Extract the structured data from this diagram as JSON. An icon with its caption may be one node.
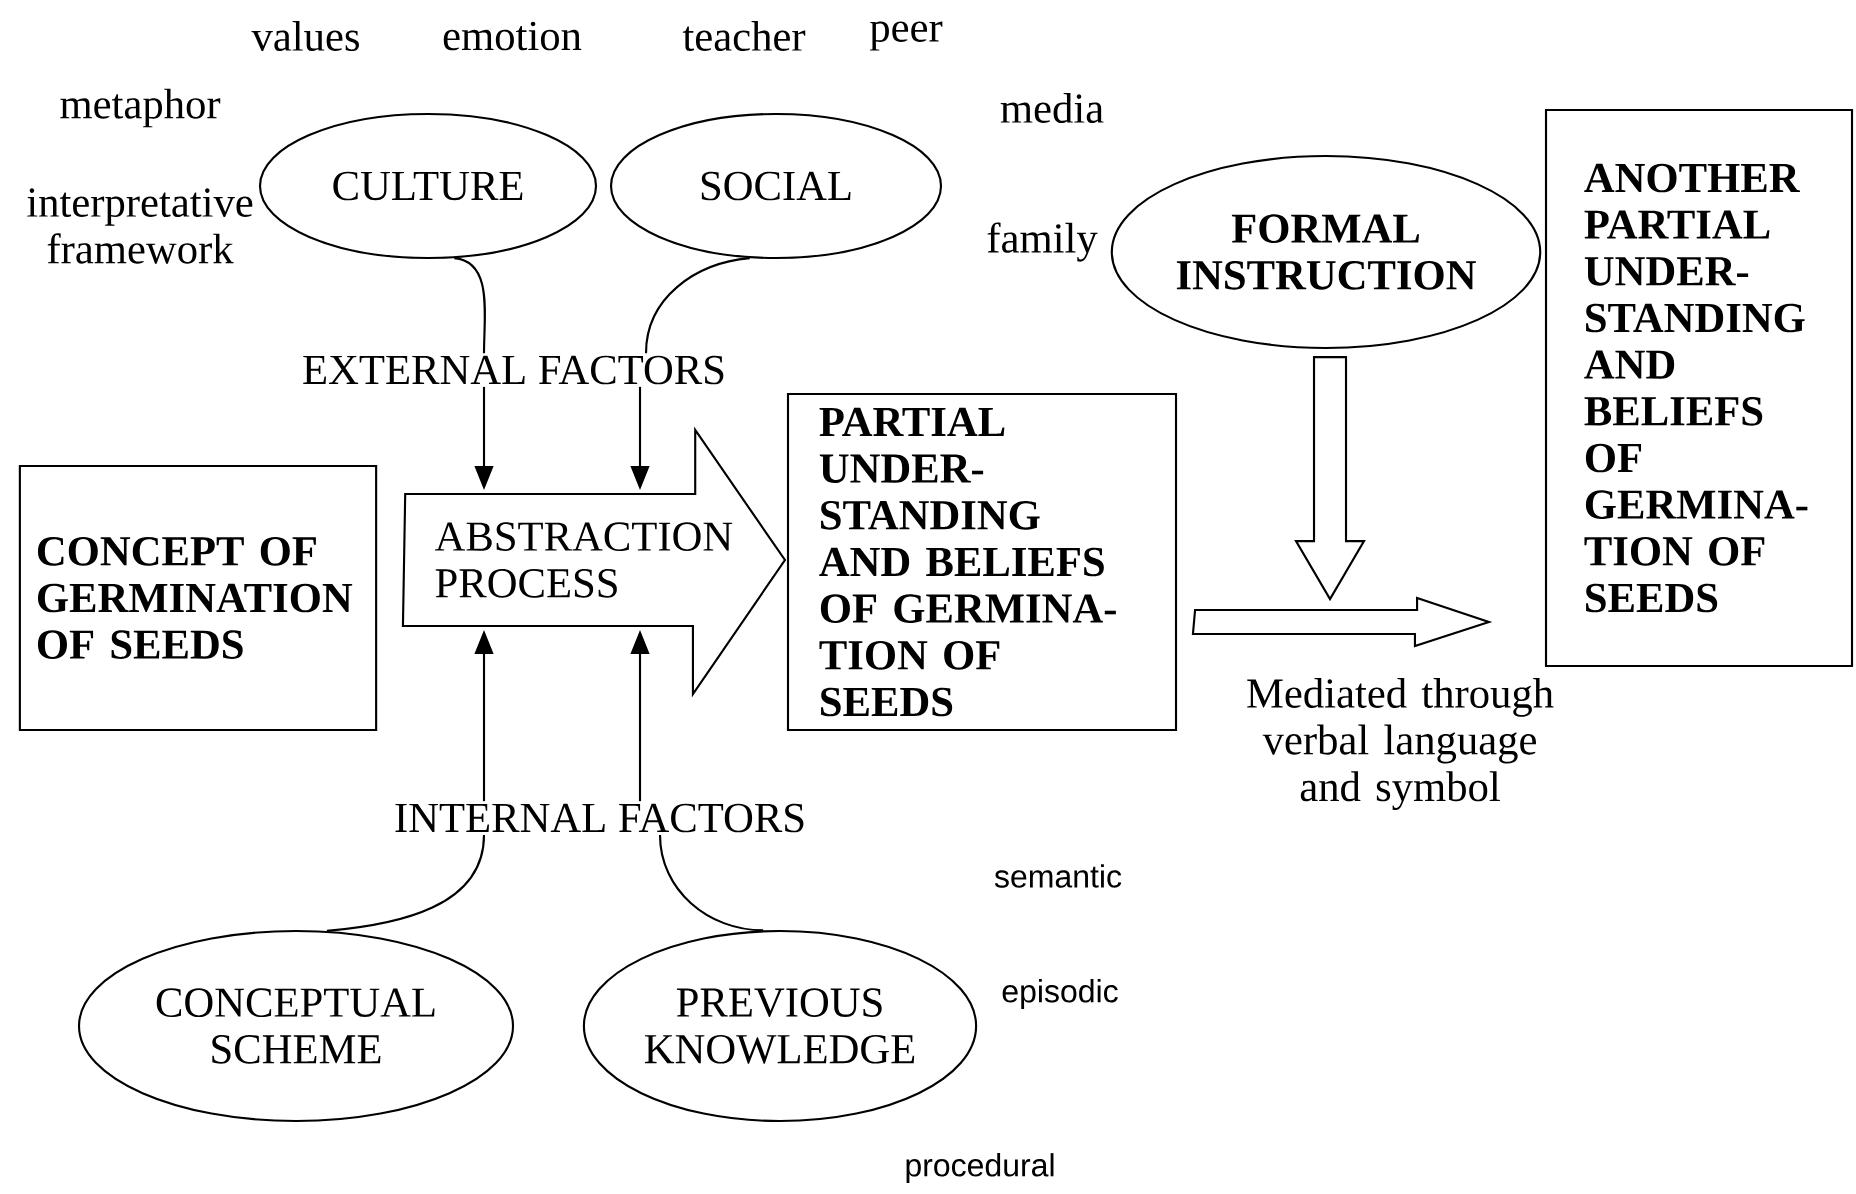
{
  "diagram": {
    "nodes": [
      {
        "text": [
          "CONCEPT OF GERMINATION OF SEEDS"
        ]
      },
      {
        "text": [
          "PARTIAL UNDER- STANDING AND BELIEFS OF GERMINA- TION OF SEEDS"
        ]
      },
      {
        "text": [
          "CULTURE"
        ]
      },
      {
        "text": [
          "SOCIAL"
        ]
      },
      {
        "text": [
          "EXTERNAL FACTORS"
        ]
      },
      {
        "text": [
          "INTERNAL FACTORS"
        ]
      },
      {
        "text": [
          "CONCEPTUAL SCHEME"
        ]
      },
      {
        "text": [
          "PREVIOUS KNOWLEDGE"
        ],
        "beside": [
          "semantic",
          "episodic",
          "procedural"
        ]
      },
      {
        "text": [
          "FORMAL INSTRUCTION"
        ]
      },
      {
        "text": [
          "ANOTHER PARTIAL UNDER- STANDING AND BELIEFS OF GERMINA- TION OF SEEDS"
        ]
      }
    ],
    "edges": [
      {
        "from": 2,
        "to": 4,
        "arrow": "none"
      },
      {
        "from": 3,
        "to": 4,
        "arrow": "none"
      },
      {
        "from": 4,
        "to": null,
        "arrow": "to"
      },
      {
        "from": 4,
        "to": null,
        "arrow": "to"
      },
      {
        "from": 5,
        "to": null,
        "arrow": "to"
      },
      {
        "from": 5,
        "to": null,
        "arrow": "to"
      },
      {
        "from": 6,
        "to": 5,
        "arrow": "none"
      },
      {
        "from": 7,
        "to": 5,
        "arrow": "none"
      },
      {
        "from": 0,
        "to": 1,
        "arrow": "to",
        "label": "ABSTRACTION PROCESS"
      },
      {
        "from": 1,
        "to": 9,
        "arrow": "to",
        "label": "Mediated through verbal language and symbol"
      },
      {
        "from": 8,
        "to": null,
        "arrow": "to"
      }
    ],
    "labels": [
      "values",
      "emotion",
      "teacher",
      "peer",
      "metaphor",
      "media",
      "interpretative framework",
      "family"
    ]
  }
}
